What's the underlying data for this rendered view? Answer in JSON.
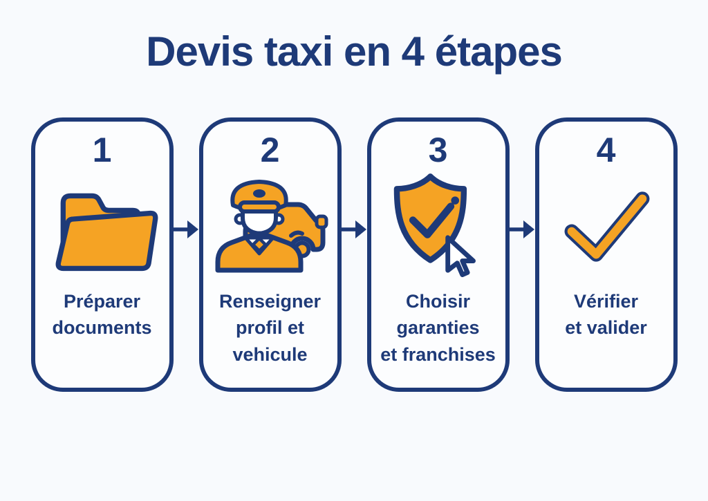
{
  "title": "Devis taxi en 4 étapes",
  "colors": {
    "navy": "#1e3a78",
    "orange": "#f5a324",
    "background": "#f8fafd",
    "card_bg": "#fcfdfe"
  },
  "steps": [
    {
      "number": "1",
      "icon": "open-folder-icon",
      "label": "Préparer\ndocuments"
    },
    {
      "number": "2",
      "icon": "taxi-driver-and-car-icon",
      "label": "Renseigner\nprofil et\nvehicule"
    },
    {
      "number": "3",
      "icon": "shield-check-with-cursor-icon",
      "label": "Choisir\ngaranties\net franchises"
    },
    {
      "number": "4",
      "icon": "checkmark-icon",
      "label": "Vérifier\net valider"
    }
  ],
  "connector": {
    "icon": "arrow-right-icon"
  }
}
